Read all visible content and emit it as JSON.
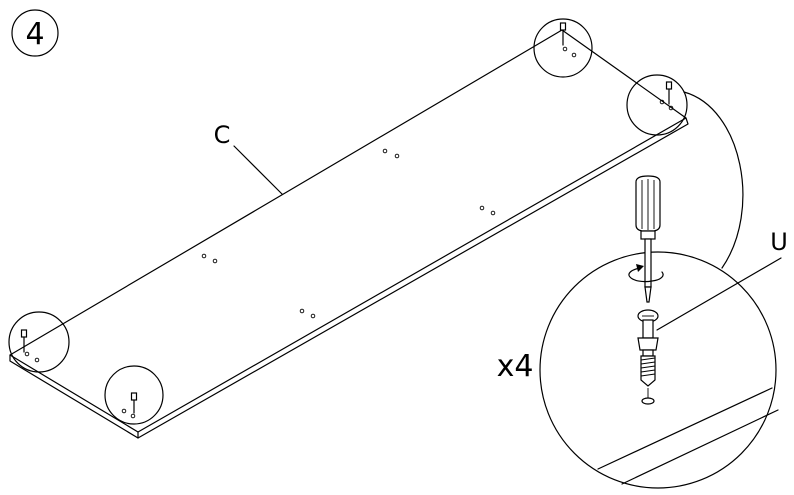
{
  "step": {
    "number": "4"
  },
  "labels": {
    "panel": "C",
    "part": "U",
    "quantity": "x4"
  },
  "icons": {
    "tool": "screwdriver-icon",
    "rotation": "rotate-arrow-icon",
    "fastener": "cam-bolt-icon"
  }
}
